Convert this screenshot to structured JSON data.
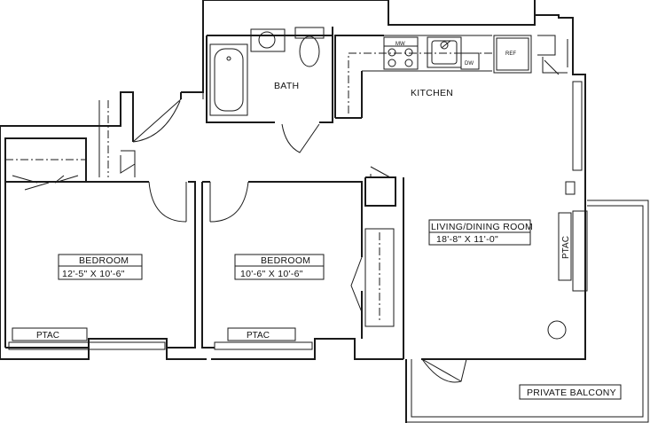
{
  "rooms": {
    "bath": "BATH",
    "kitchen": "KITCHEN",
    "living": {
      "name": "LIVING/DINING ROOM",
      "dims": "18'-8\" X 11'-0\""
    },
    "bedroom_left": {
      "name": "BEDROOM",
      "dims": "12'-5\" X 10'-6\""
    },
    "bedroom_right": {
      "name": "BEDROOM",
      "dims": "10'-6\" X 10'-6\""
    },
    "balcony": "PRIVATE BALCONY"
  },
  "fixtures": {
    "ptac_left": "PTAC",
    "ptac_middle": "PTAC",
    "ptac_right": "PTAC",
    "refrigerator": "REF",
    "microwave": "MW",
    "dishwasher": "DW"
  }
}
